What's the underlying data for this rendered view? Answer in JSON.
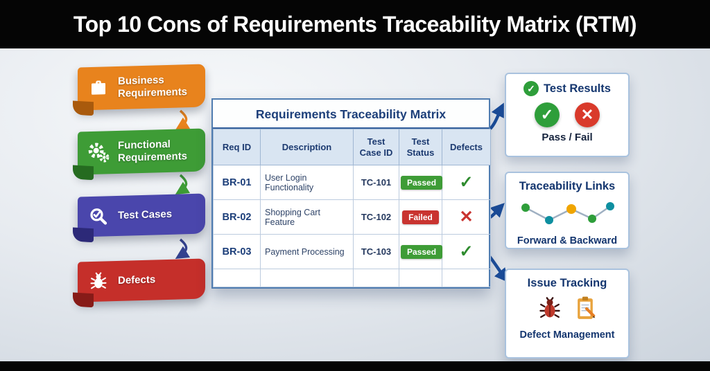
{
  "header": {
    "title": "Top 10 Cons of Requirements Traceability Matrix (RTM)"
  },
  "ribbons": [
    {
      "label": "Business Requirements",
      "color": "#E8831D",
      "fold": "#A95A0D"
    },
    {
      "label": "Functional Requirements",
      "color": "#3E9C36",
      "fold": "#256B20"
    },
    {
      "label": "Test Cases",
      "color": "#4A46AC",
      "fold": "#2C2978"
    },
    {
      "label": "Defects",
      "color": "#C52F2A",
      "fold": "#871B18"
    }
  ],
  "table": {
    "title": "Requirements Traceability Matrix",
    "headers": [
      "Req ID",
      "Description",
      "Test Case ID",
      "Test Status",
      "Defects"
    ],
    "rows": [
      {
        "req_id": "BR-01",
        "description": "User Login Functionality",
        "test_case_id": "TC-101",
        "status": "Passed",
        "status_color": "#3E9C36",
        "defect_glyph": "✓",
        "defect_color": "#2E8B2E"
      },
      {
        "req_id": "BR-02",
        "description": "Shopping Cart Feature",
        "test_case_id": "TC-102",
        "status": "Failed",
        "status_color": "#C93430",
        "defect_glyph": "✕",
        "defect_color": "#C93430"
      },
      {
        "req_id": "BR-03",
        "description": "Payment Processing",
        "test_case_id": "TC-103",
        "status": "Passed",
        "status_color": "#3E9C36",
        "defect_glyph": "✓",
        "defect_color": "#2E8B2E"
      }
    ]
  },
  "cards": {
    "test_results": {
      "title": "Test Results",
      "pass_glyph": "✓",
      "fail_glyph": "✕",
      "subtitle": "Pass / Fail"
    },
    "traceability": {
      "title": "Traceability Links",
      "subtitle": "Forward & Backward"
    },
    "issue_tracking": {
      "title": "Issue Tracking",
      "subtitle": "Defect Management"
    }
  }
}
